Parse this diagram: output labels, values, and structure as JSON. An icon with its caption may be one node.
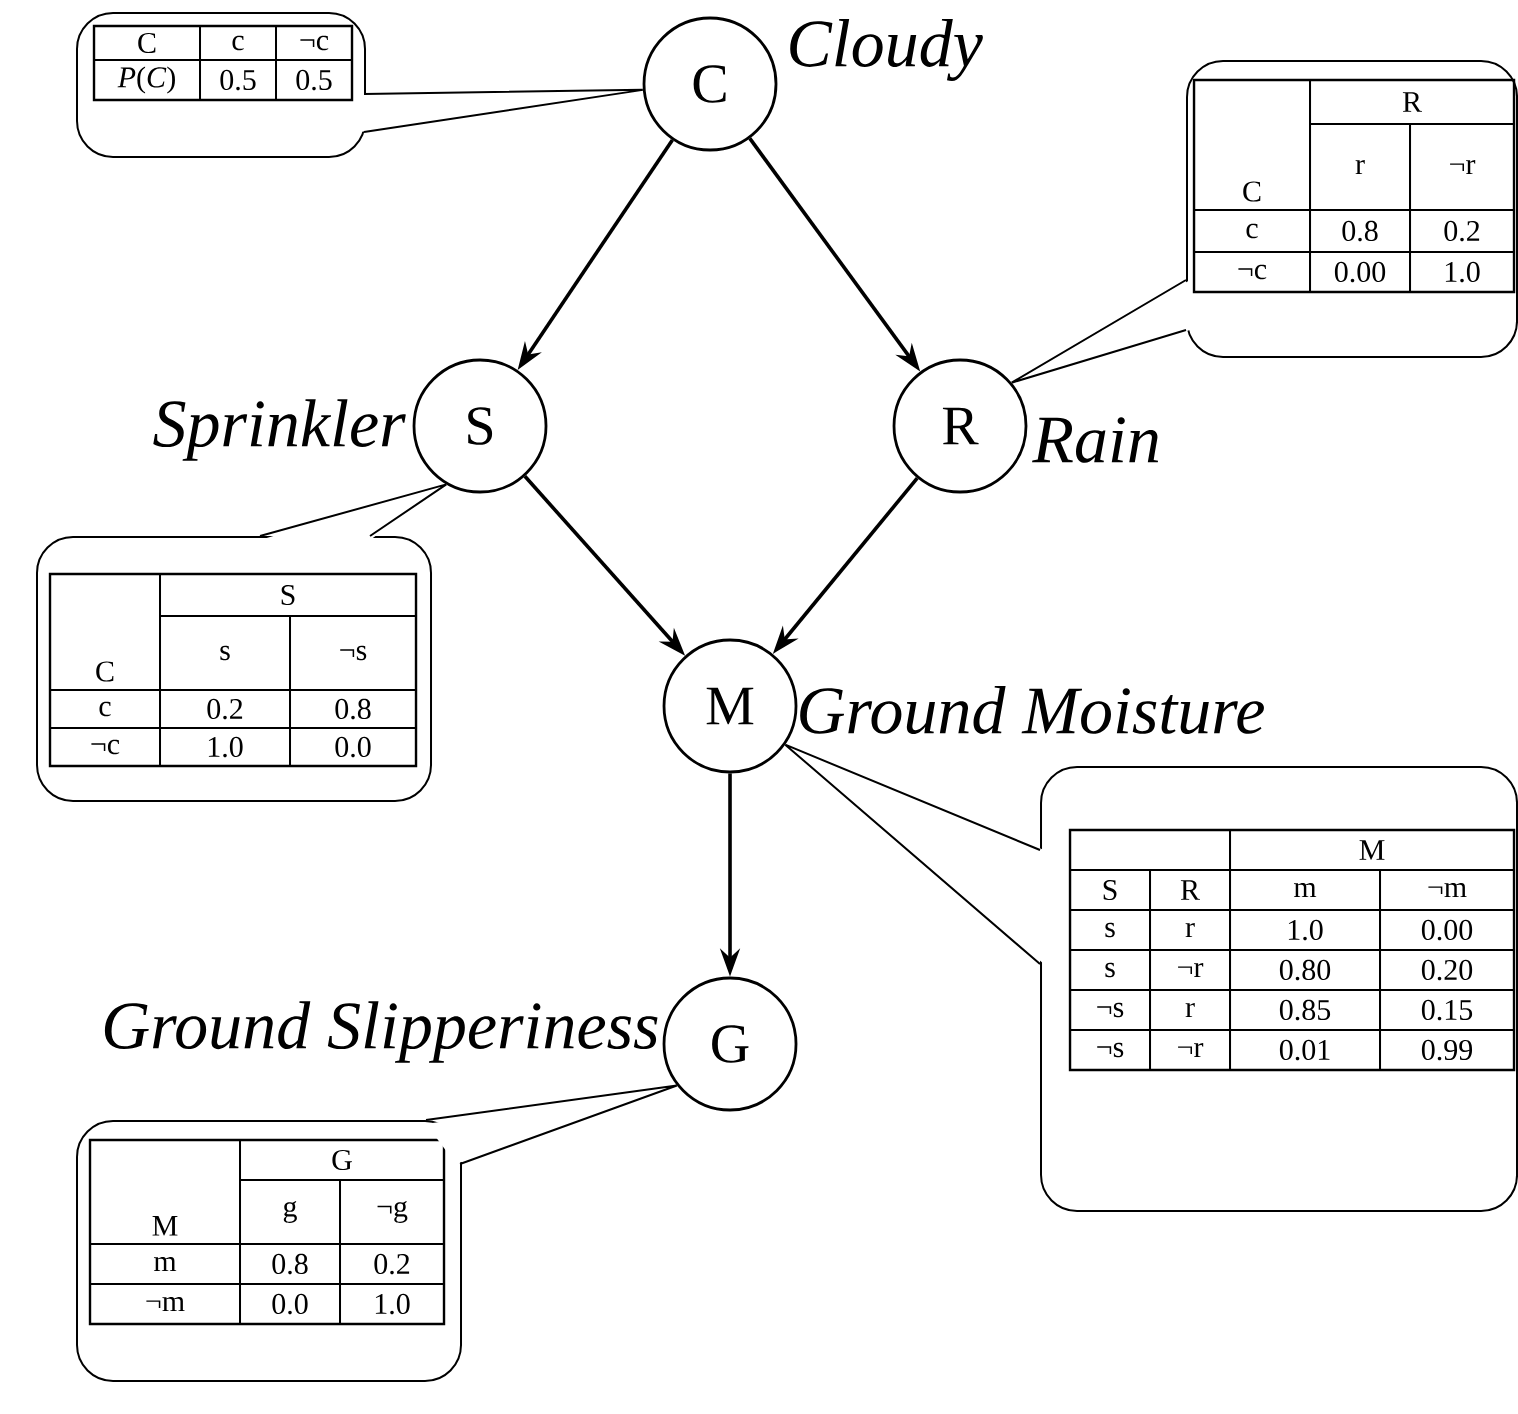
{
  "diagram": {
    "nodes": [
      {
        "text": [
          "C",
          "c",
          "¬c",
          "*P*(*C*)",
          "0.5",
          "0.5"
        ]
      },
      {
        "text": [
          "C"
        ],
        "beside": [
          "Cloudy"
        ]
      },
      {
        "text": [
          "R",
          "C",
          "r",
          "¬r",
          "c",
          "0.8",
          "0.2",
          "¬c",
          "0.00",
          "1.0"
        ]
      },
      {
        "text": [
          "S"
        ],
        "beside": [
          "Sprinkler"
        ]
      },
      {
        "text": [
          "R"
        ],
        "beside": [
          "Rain"
        ]
      },
      {
        "text": [
          "S",
          "C",
          "s",
          "¬s",
          "c",
          "0.2",
          "0.8",
          "¬c",
          "1.0",
          "0.0"
        ]
      },
      {
        "text": [
          "M"
        ],
        "beside": [
          "Ground Moisture"
        ]
      },
      {
        "text": [
          "M",
          "S",
          "R",
          "m",
          "¬m",
          "s",
          "r",
          "1.0",
          "0.00",
          "s",
          "¬r",
          "0.80",
          "0.20",
          "¬s",
          "r",
          "0.85",
          "0.15",
          "¬s",
          "¬r",
          "0.01",
          "0.99"
        ]
      },
      {
        "text": [
          "G"
        ],
        "beside": [
          "Ground Slipperiness"
        ]
      },
      {
        "text": [
          "G",
          "M",
          "g",
          "¬g",
          "m",
          "0.8",
          "0.2",
          "¬m",
          "0.0",
          "1.0"
        ]
      }
    ],
    "edges": [
      {
        "from": 1,
        "to": 3,
        "arrow": "to"
      },
      {
        "from": 1,
        "to": 4,
        "arrow": "to"
      },
      {
        "from": 3,
        "to": 6,
        "arrow": "to"
      },
      {
        "from": 4,
        "to": 6,
        "arrow": "to"
      },
      {
        "from": 6,
        "to": 8,
        "arrow": "to"
      },
      {
        "from": 0,
        "to": 1,
        "arrow": "none"
      },
      {
        "from": 2,
        "to": 4,
        "arrow": "none"
      },
      {
        "from": 5,
        "to": 3,
        "arrow": "none"
      },
      {
        "from": 7,
        "to": 6,
        "arrow": "none"
      },
      {
        "from": 9,
        "to": 8,
        "arrow": "none"
      }
    ]
  }
}
